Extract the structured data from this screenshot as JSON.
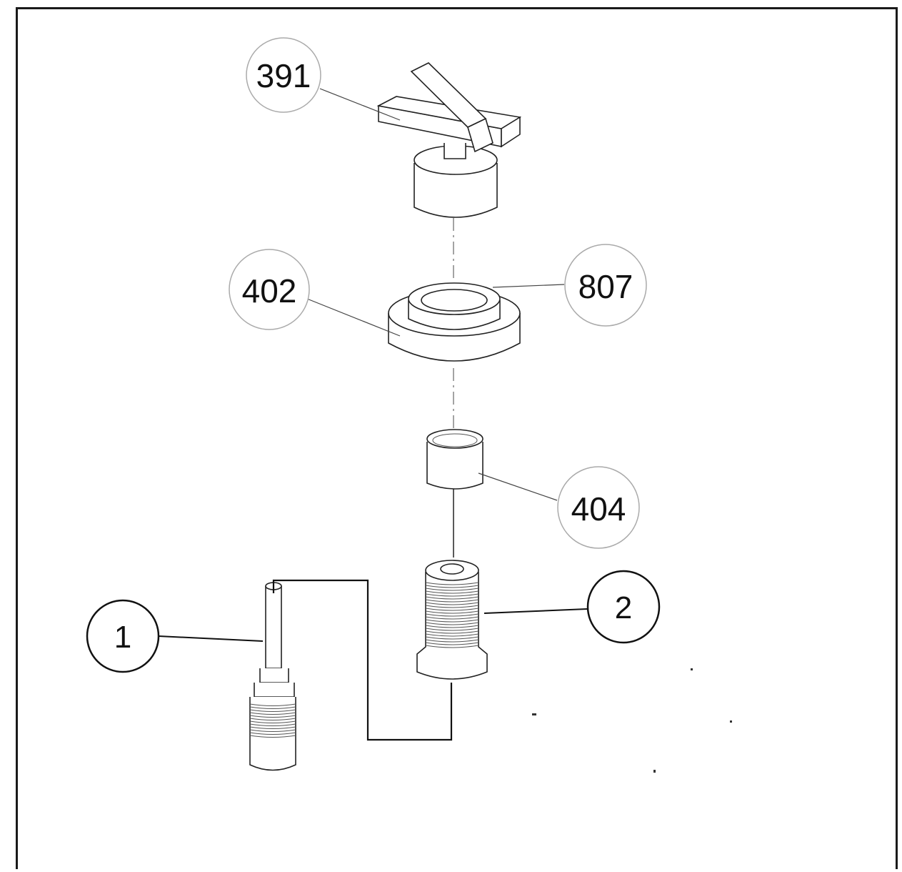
{
  "callouts": [
    {
      "id": "callout-391",
      "label": "391",
      "style": "light"
    },
    {
      "id": "callout-402",
      "label": "402",
      "style": "light"
    },
    {
      "id": "callout-807",
      "label": "807",
      "style": "light"
    },
    {
      "id": "callout-404",
      "label": "404",
      "style": "light"
    },
    {
      "id": "callout-1",
      "label": "1",
      "style": "bold"
    },
    {
      "id": "callout-2",
      "label": "2",
      "style": "bold"
    }
  ]
}
